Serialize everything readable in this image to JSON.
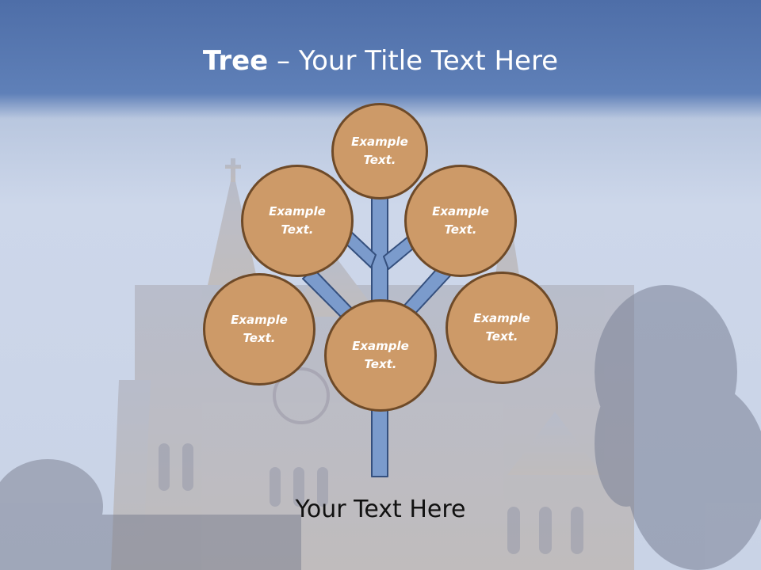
{
  "slide": {
    "title_bold": "Tree",
    "title_rest": " – Your Title Text Here",
    "footer_text": "Your Text Here"
  },
  "bubbles": [
    {
      "id": "top",
      "text": "Example\nText."
    },
    {
      "id": "upper-left",
      "text": "Example\nText."
    },
    {
      "id": "upper-right",
      "text": "Example\nText."
    },
    {
      "id": "lower-left",
      "text": "Example\nText."
    },
    {
      "id": "center",
      "text": "Example\nText."
    },
    {
      "id": "lower-right",
      "text": "Example\nText."
    }
  ],
  "colors": {
    "bubble_fill": "#cd9a68",
    "bubble_border": "#6e4a28",
    "trunk_fill": "#7b9bcc",
    "trunk_stroke": "#35507e",
    "title_band": "#5a7bb5"
  }
}
